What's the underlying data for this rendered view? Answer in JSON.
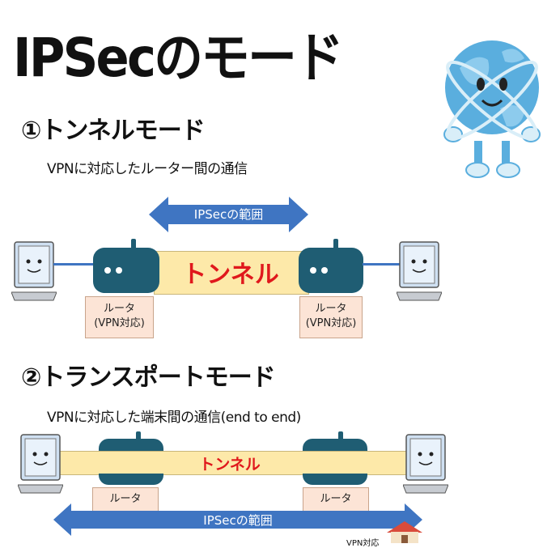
{
  "title": "IPSecのモード",
  "tunnel_mode": {
    "heading": "①トンネルモード",
    "description": "VPNに対応したルーター間の通信",
    "scope_label": "IPSecの範囲",
    "tunnel_label": "トンネル",
    "router_label_line1": "ルータ",
    "router_label_line2": "(VPN対応)"
  },
  "transport_mode": {
    "heading": "②トランスポートモード",
    "description": "VPNに対応した端末間の通信(end to end)",
    "tunnel_label": "トンネル",
    "router_label": "ルータ",
    "scope_label": "IPSecの範囲",
    "partial_label": "VPN対応"
  },
  "colors": {
    "arrow_blue": "#3f75c2",
    "router_teal": "#1f5d73",
    "tunnel_yellow": "#fde9a9",
    "tunnel_red": "#e0181c",
    "label_pink": "#fce4d6",
    "globe_blue": "#5aaede"
  }
}
